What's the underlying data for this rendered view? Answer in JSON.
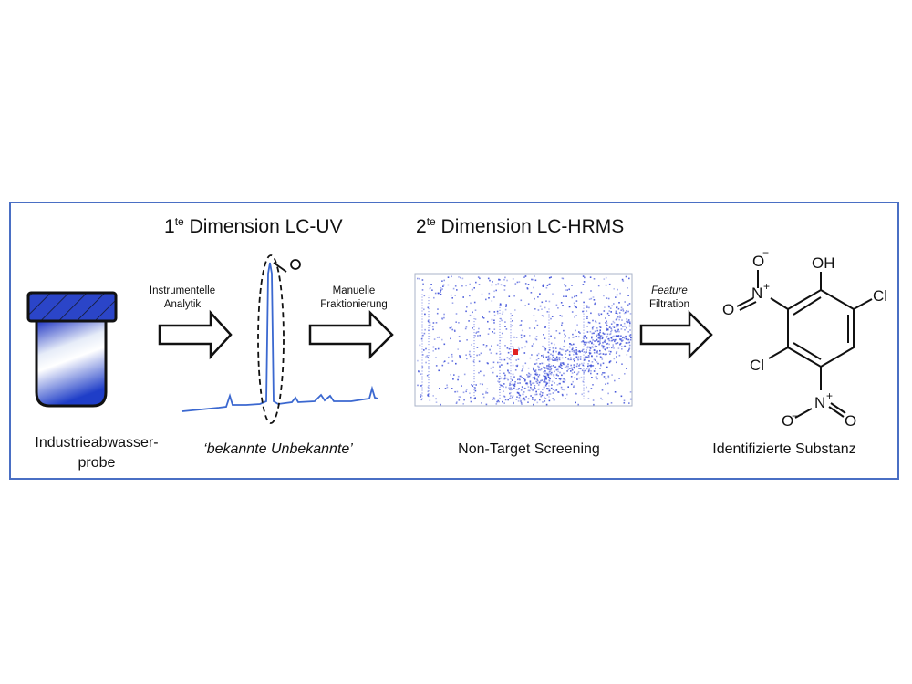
{
  "headings": {
    "dim1_prefix": "1",
    "dim1_sup": "te",
    "dim1_rest": " Dimension LC-UV",
    "dim2_prefix": "2",
    "dim2_sup": "te",
    "dim2_rest": " Dimension LC-HRMS"
  },
  "arrows": {
    "a1_line1": "Instrumentelle",
    "a1_line2": "Analytik",
    "a2_line1": "Manuelle",
    "a2_line2": "Fraktionierung",
    "a3_line1": "Feature",
    "a3_line2": "Filtration"
  },
  "labels": {
    "sample_line1": "Industrieabwasser-",
    "sample_line2": "probe",
    "unknowns": "‘bekannte Unbekannte’",
    "screening": "Non-Target Screening",
    "substance": "Identifizierte Substanz"
  },
  "molecule": {
    "oh": "OH",
    "cl_right": "Cl",
    "cl_left": "Cl",
    "n_top": "N",
    "n_bottom": "N",
    "o": "O",
    "plus": "+",
    "minus": "−"
  },
  "colors": {
    "frame": "#4a6fc4",
    "jar_blue": "#2b45c8",
    "chromatogram": "#3b68d0",
    "heatmap_dot": "#3d4fd8",
    "highlight": "#e02020"
  }
}
